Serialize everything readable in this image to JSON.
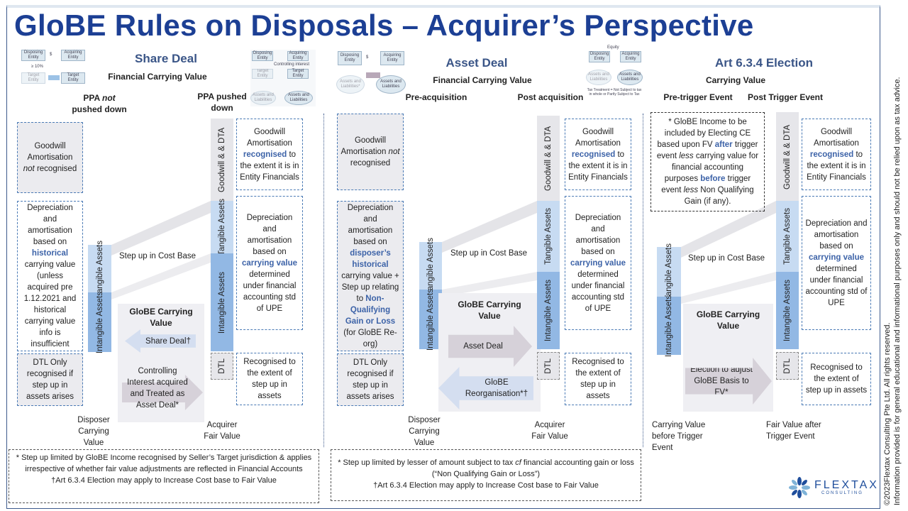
{
  "title": "GloBE Rules on Disposals – Acquirer’s Perspective",
  "thumb": {
    "disposing": "Disposing Entity",
    "acquiring": "Acquiring Entity",
    "dollar": "$",
    "pct": "≥ 10%",
    "target": "Target Entity",
    "assets_liab": "Assets and Liabilities",
    "assets_liab_star": "Assets and Liabilities*",
    "controlling": "Controlling interest",
    "equity": "Equity"
  },
  "share": {
    "title": "Share Deal",
    "subtitle": "Financial Carrying Value",
    "ppa_not_a": "PPA ",
    "ppa_not_b": "not",
    "ppa_not_c": "pushed down",
    "ppa_pushed": "PPA pushed down",
    "left_goodwill": [
      [
        "Goodwill Amortisation ",
        ""
      ],
      [
        "not",
        "i"
      ],
      [
        " recognised",
        ""
      ]
    ],
    "left_dep": [
      [
        "Depreciation and amortisation based on ",
        ""
      ],
      [
        "historical",
        "b"
      ],
      [
        " carrying value (unless acquired pre 1.12.2021 and historical carrying value info is insufficient",
        ""
      ]
    ],
    "left_dtl": [
      [
        "DTL Only recognised if step up in assets arises",
        ""
      ]
    ],
    "tangible": "Tangible Assets",
    "intangible": "Intangible Assets",
    "step_up": "Step up in Cost Base",
    "panel_title": "GloBE Carrying Value",
    "arrow_left": "Share Deal†",
    "arrow_right": "Controlling Interest acquired and Treated as Asset Deal*",
    "bar_goodwill": "Goodwill & & DTA",
    "bar_tangible": "Tangible Assets",
    "bar_intangible": "Intangible Assets",
    "bar_dtl": "DTL",
    "right_goodwill": [
      [
        "Goodwill Amortisation ",
        ""
      ],
      [
        "recognised",
        "b"
      ],
      [
        " to the extent it is in Entity Financials",
        ""
      ]
    ],
    "right_dep": [
      [
        "Depreciation and amortisation based on ",
        ""
      ],
      [
        "carrying value",
        "b"
      ],
      [
        " determined under financial accounting std of UPE",
        ""
      ]
    ],
    "right_dtl": [
      [
        "Recognised to the extent of step up in assets",
        ""
      ]
    ],
    "disposer": "Disposer Carrying Value",
    "acquirer": "Acquirer Fair Value",
    "footnote": [
      [
        "* Step up limited by GloBE Income recognised by Seller’s Target jurisdiction & applies irrespective of whether fair value adjustments are reflected in Financial Accounts",
        ""
      ],
      [
        "\n†Art 6.3.4 Election may apply to Increase Cost base to Fair Value",
        ""
      ]
    ]
  },
  "asset": {
    "title": "Asset Deal",
    "subtitle": "Financial Carrying Value",
    "pre": "Pre-acquisition",
    "post": "Post acquisition",
    "left_goodwill": [
      [
        "Goodwill Amortisation ",
        ""
      ],
      [
        "not",
        "i"
      ],
      [
        " recognised",
        ""
      ]
    ],
    "left_dep": [
      [
        "Depreciation and amortisation based on ",
        ""
      ],
      [
        "disposer’s historical",
        "b"
      ],
      [
        " carrying value + Step up relating to ",
        ""
      ],
      [
        "Non-Qualifying Gain or Loss",
        "b"
      ],
      [
        " (for GloBE Re-org)",
        ""
      ]
    ],
    "left_dtl": [
      [
        "DTL Only recognised if step up in assets arises",
        ""
      ]
    ],
    "tangible": "Tangible Assets",
    "intangible": "Intangible Assets",
    "step_up": "Step up in Cost Base",
    "panel_title": "GloBE Carrying Value",
    "arrow_right": "Asset Deal",
    "arrow_left": "GloBE Reorganisation*†",
    "bar_goodwill": "Goodwill & & DTA",
    "bar_tangible": "Tangible Assets",
    "bar_intangible": "Intangible Assets",
    "bar_dtl": "DTL",
    "right_goodwill": [
      [
        "Goodwill Amortisation ",
        ""
      ],
      [
        "recognised",
        "b"
      ],
      [
        " to the extent it is in Entity Financials",
        ""
      ]
    ],
    "right_dep": [
      [
        "Depreciation and amortisation based on ",
        ""
      ],
      [
        "carrying value",
        "b"
      ],
      [
        " determined under financial accounting std of UPE",
        ""
      ]
    ],
    "right_dtl": [
      [
        "Recognised to the extent of step up in assets",
        ""
      ]
    ],
    "disposer": "Disposer Carrying Value",
    "acquirer": "Acquirer Fair Value",
    "thumb_note": "Tax Treatment = Not Subject to tax in whole or Partly Subject to Tax",
    "footnote": [
      [
        "* Step up limited by lesser of amount subject to tax ",
        ""
      ],
      [
        "cf",
        "i"
      ],
      [
        " financial accounting gain or loss (“Non Qualifying Gain or Loss”)",
        ""
      ],
      [
        "\n†Art 6.3.4 Election may apply to Increase Cost base to Fair Value",
        ""
      ]
    ]
  },
  "election": {
    "title": "Art 6.3.4 Election",
    "subtitle": "Carrying Value",
    "pre": "Pre-trigger Event",
    "post": "Post Trigger Event",
    "note": [
      [
        "* GloBE Income to be included by Electing CE based upon FV ",
        ""
      ],
      [
        "after",
        "b"
      ],
      [
        " trigger event ",
        ""
      ],
      [
        "less",
        "i"
      ],
      [
        " carrying value for financial accounting purposes ",
        ""
      ],
      [
        "before",
        "b"
      ],
      [
        " trigger event ",
        ""
      ],
      [
        "less",
        "i"
      ],
      [
        " Non Qualifying Gain (if any).",
        ""
      ]
    ],
    "tangible": "Tangible Assets",
    "intangible": "Intangible Assets",
    "step_up": "Step up in Cost Base",
    "panel_title": "GloBE Carrying Value",
    "arrow_right": "Election to adjust GloBE Basis to FV*",
    "bar_goodwill": "Goodwill & & DTA",
    "bar_tangible": "Tangible Assets",
    "bar_intangible": "Intangible Assets",
    "bar_dtl": "DTL",
    "right_goodwill": [
      [
        "Goodwill Amortisation ",
        ""
      ],
      [
        "recognised",
        "b"
      ],
      [
        " to the extent it is in Entity Financials",
        ""
      ]
    ],
    "right_dep": [
      [
        "Depreciation and amortisation based on ",
        ""
      ],
      [
        "carrying value",
        "b"
      ],
      [
        " determined under financial accounting std of UPE",
        ""
      ]
    ],
    "right_dtl": [
      [
        "Recognised to the extent of step up in assets",
        ""
      ]
    ],
    "before": "Carrying Value before Trigger Event",
    "after": "Fair Value after Trigger Event"
  },
  "logo": {
    "name": "FLEXTAX",
    "sub": "CONSULTING"
  },
  "side_text": [
    "©2023Flextax Consulting Pte Ltd. All rights reserved.",
    "Information provided is for general educational and informational purposes only and should not be relied upon as tax advice."
  ],
  "colors": {
    "title": "#1c3f94",
    "accent": "#3d63a8",
    "tangible": "#c7dbf2",
    "intangible": "#92b8e4"
  }
}
